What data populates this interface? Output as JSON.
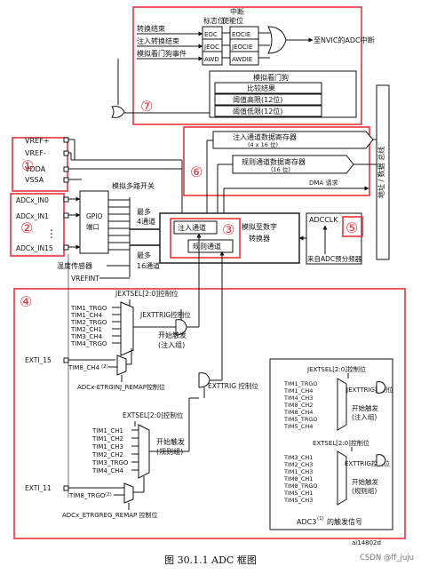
{
  "caption": "图 30.1.1 ADC 框图",
  "watermark": "CSDN @ff_juju",
  "ref_code": "ai14802d",
  "colors": {
    "red": "#e8333a",
    "line": "#111111",
    "bus_fill": "#ffffff"
  },
  "callouts": [
    "①",
    "②",
    "③",
    "④",
    "⑤",
    "⑥",
    "⑦"
  ],
  "interrupt": {
    "header_line1": "中断",
    "header_line2": "使能位",
    "flag_label": "标志位",
    "rows": [
      {
        "left": "转换结束",
        "flag": "EOC",
        "enable": "EOCIE"
      },
      {
        "left": "注入转换结束",
        "flag": "JEOC",
        "enable": "JEOCIE"
      },
      {
        "left": "模拟看门狗事件",
        "flag": "AWD",
        "enable": "AWDIE"
      }
    ],
    "output": "至NVIC的ADC中断"
  },
  "watchdog": {
    "title": "模拟看门狗",
    "rows": [
      "比较结果",
      "阈值高限(12位)",
      "阈值低限(12位)"
    ]
  },
  "data_regs": {
    "injected": {
      "title": "注入通道数据寄存器",
      "sub": "(4 x 16 位)"
    },
    "regular": {
      "title": "规则通道数据寄存器",
      "sub": "(16 位)"
    },
    "dma": "DMA 请求",
    "bus": "地址 / 数据 总线"
  },
  "inputs": {
    "vref": [
      "VREF+",
      "VREF-"
    ],
    "vdda": [
      "VDDA",
      "VSSA"
    ],
    "channels": [
      "ADCx_IN0",
      "ADCx_IN1",
      "ADCx_IN15"
    ],
    "dots": "⋮",
    "gpio": [
      "GPIO",
      "端口"
    ],
    "temp": "温度传感器",
    "vrefint": "VREFINT",
    "mux": "模拟多路开关",
    "upto4": [
      "最多",
      "4通道"
    ],
    "upto16": [
      "最多",
      "16通道"
    ]
  },
  "core": {
    "injected": "注入通道",
    "regular": "规则通道",
    "adc": [
      "模拟至数字",
      "转换器"
    ]
  },
  "clock": {
    "name": "ADCCLK",
    "src": "来自ADC预分频器"
  },
  "triggers": {
    "jextsel": "JEXTSEL[2:0]控制位",
    "inj_src": [
      "TIM1_TRGO",
      "TIM1_CH4",
      "TIM2_TRGO",
      "TIM2_CH1",
      "TIM3_CH4",
      "TIM4_TRGO"
    ],
    "jexttrig": "JEXTTRIG控制位",
    "inj_start": [
      "开始触发",
      "(注入组)"
    ],
    "exti15": "EXTI_15",
    "tim8_ch4": "TIM8_CH4",
    "inj_remap": "ADCx-ETRGINJ_REMAP控制位",
    "exttrig": "EXTTRIG 控制位",
    "extsel": "EXTSEL[2:0]控制位",
    "reg_src": [
      "TIM1_CH1",
      "TIM1_CH2",
      "TIM1_CH3",
      "TIM2_CH2",
      "TIM3_TRGO",
      "TIM4_CH4"
    ],
    "reg_start": [
      "开始触发",
      "(规则组)"
    ],
    "exti11": "EXTI_11",
    "tim8_trgo": "TIM8_TRGO",
    "reg_remap": "ADCx_ETRGREG_REMAP 控制位",
    "sup": "(2)",
    "adc3": {
      "jextsel": "JEXTSEL[2:0]控制位",
      "inj_src": [
        "TIM1_TRGO",
        "TIM1_CH4",
        "TIM4_CH3",
        "TIM8_CH2",
        "TIM8_CH4",
        "TIM5_TRGO",
        "TIM5_CH4"
      ],
      "jexttrig": "JEXTTRIG控制位",
      "inj_start": [
        "开始触发",
        "(注入组)"
      ],
      "extsel": "EXTSEL[2:0]控制位",
      "reg_src": [
        "TIM3_CH1",
        "TIM2_CH3",
        "TIM1_CH3",
        "TIM8_CH1",
        "TIM8_TRGO",
        "TIM5_CH1",
        "TIM5_CH3"
      ],
      "exttrig": "EXTTRIG控制位",
      "reg_start": [
        "开始触发",
        "(规则组)"
      ],
      "label": "ADC3",
      "label_sup": "(1)",
      "label_tail": "的触发信号"
    }
  }
}
